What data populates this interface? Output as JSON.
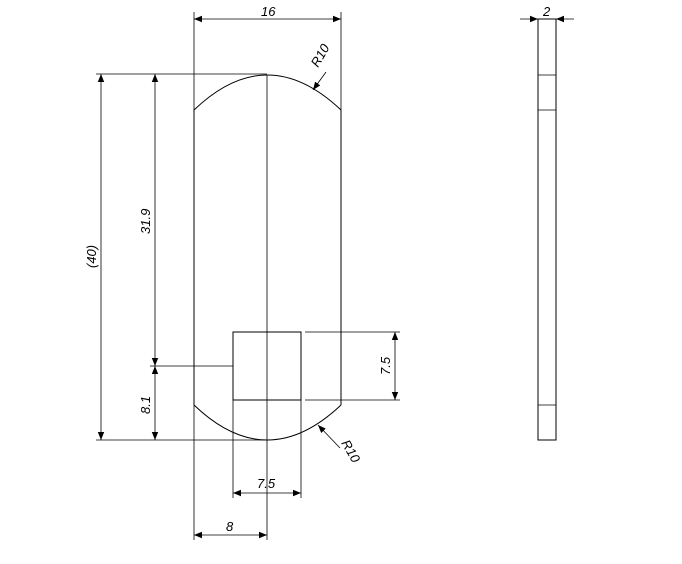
{
  "drawing": {
    "dimensions": {
      "width_16": "16",
      "thickness_2": "2",
      "radius_top": "R10",
      "radius_bottom": "R10",
      "length_40": "(40)",
      "length_31_9": "31.9",
      "length_8_1": "8.1",
      "hole_height_7_5": "7.5",
      "hole_width_7_5": "7.5",
      "offset_8": "8"
    }
  }
}
